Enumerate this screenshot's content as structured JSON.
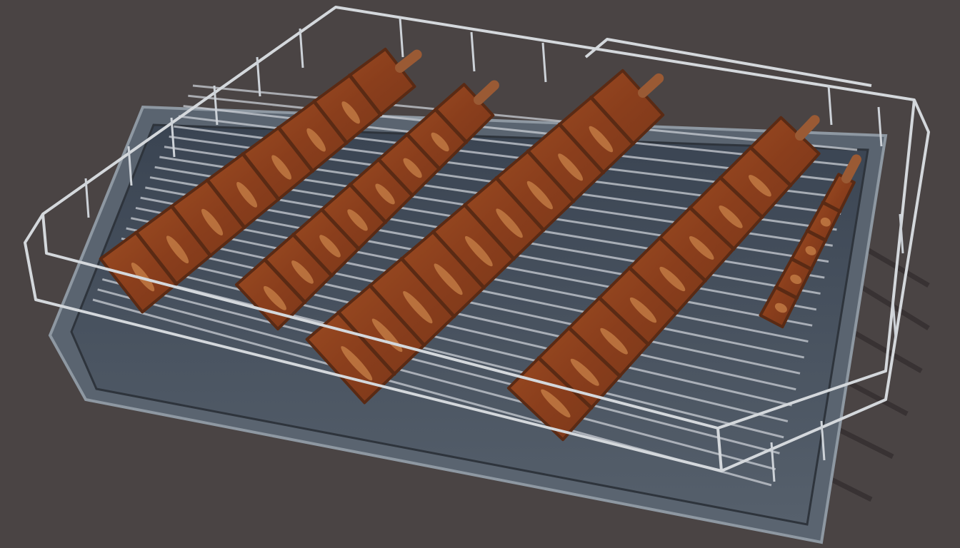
{
  "scene": {
    "subject": "barbecued-ribs-on-wire-rack",
    "colors": {
      "background": "#4a4444",
      "background_shadow": "#3a3434",
      "tray": "#5c6672",
      "tray_inner": "#38414d",
      "tray_rim": "#9aa4ae",
      "wire": "#c9ced4",
      "wire_shadow": "#2a2a2e",
      "meat_dark": "#5a2a14",
      "meat_mid": "#8a3e1c",
      "meat_light": "#b8662e",
      "meat_highlight": "#e09a5a",
      "bone": "#9a5a34"
    },
    "ribs": [
      {
        "name": "rib-rack-1"
      },
      {
        "name": "rib-rack-2"
      },
      {
        "name": "rib-rack-3"
      },
      {
        "name": "rib-rack-4"
      },
      {
        "name": "rib-rack-5"
      }
    ]
  }
}
